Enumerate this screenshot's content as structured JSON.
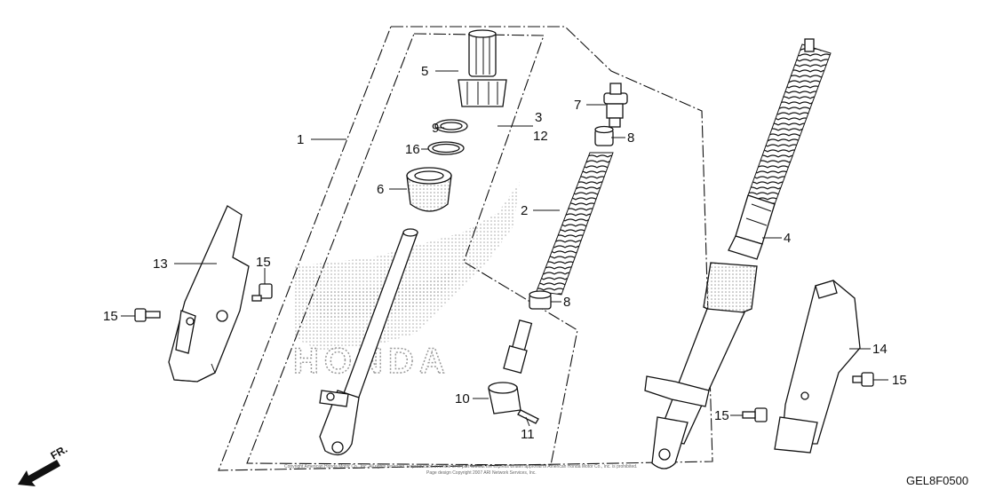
{
  "diagram_code": "GEL8F0500",
  "direction_label": "FR.",
  "watermark": "HONDA",
  "copyright_line1": "Copyright American Honda Motor Co., Inc. All rights reserved. Reproduction in whole or in part without the express written approval of American Honda Motor Co., Inc. is prohibited.",
  "copyright_line2": "Page design Copyright 2007 ARI Network Services, Inc.",
  "callouts": {
    "c1": "1",
    "c2": "2",
    "c3": "3",
    "c12": "12",
    "c4": "4",
    "c5": "5",
    "c6": "6",
    "c7": "7",
    "c8a": "8",
    "c8b": "8",
    "c9": "9",
    "c10": "10",
    "c11": "11",
    "c13": "13",
    "c14": "14",
    "c15a": "15",
    "c15b": "15",
    "c15c": "15",
    "c15d": "15",
    "c16": "16"
  }
}
